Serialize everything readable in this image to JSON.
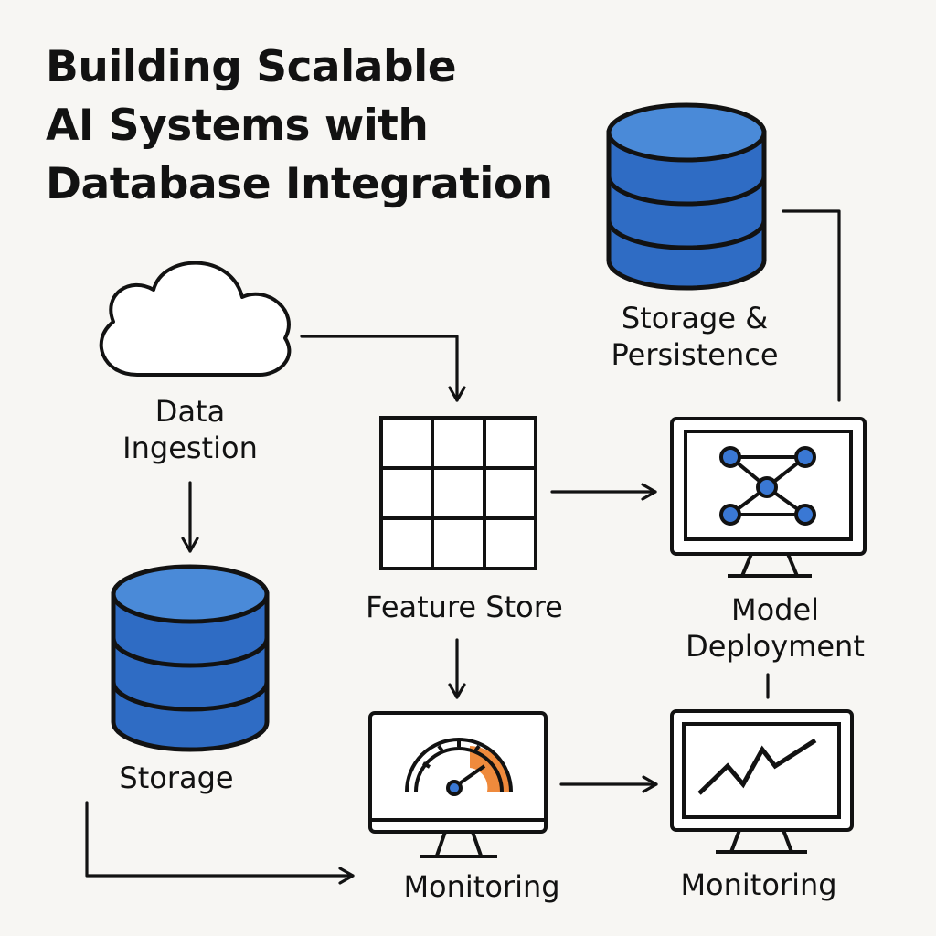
{
  "title": {
    "line1": "Building Scalable",
    "line2": "AI Systems with",
    "line3": "Database Integration"
  },
  "nodes": {
    "data_ingestion": {
      "line1": "Data",
      "line2": "Ingestion",
      "icon": "cloud-icon"
    },
    "storage": {
      "label": "Storage",
      "icon": "database-icon"
    },
    "feature_store": {
      "label": "Feature Store",
      "icon": "grid-table-icon"
    },
    "storage_persistence": {
      "line1": "Storage &",
      "line2": "Persistence",
      "icon": "database-icon"
    },
    "model_deployment": {
      "line1": "Model",
      "line2": "Deployment",
      "icon": "monitor-network-icon"
    },
    "monitoring_gauge": {
      "label": "Monitoring",
      "icon": "monitor-gauge-icon"
    },
    "monitoring_chart": {
      "label": "Monitoring",
      "icon": "monitor-line-chart-icon"
    }
  },
  "colors": {
    "background": "#f7f6f3",
    "stroke": "#121212",
    "db_blue": "#2f6cc4",
    "db_top": "#4a8ad8",
    "node_blue": "#3a78d4",
    "gauge_accent": "#ef8a3c"
  }
}
